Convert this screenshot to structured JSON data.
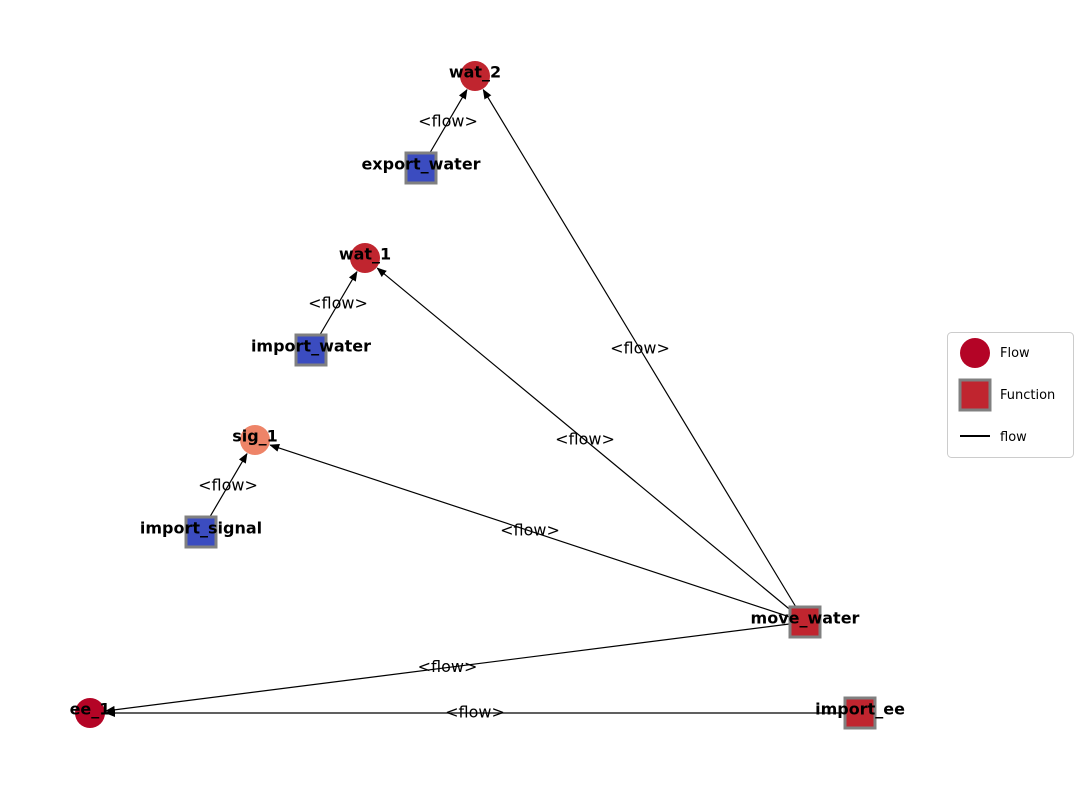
{
  "diagram": {
    "nodes": [
      {
        "id": "wat_2",
        "label": "wat_2",
        "kind": "flow",
        "color": "#c0252f"
      },
      {
        "id": "export_water",
        "label": "export_water",
        "kind": "function",
        "color": "#3b4cc0"
      },
      {
        "id": "wat_1",
        "label": "wat_1",
        "kind": "flow",
        "color": "#c0252f"
      },
      {
        "id": "import_water",
        "label": "import_water",
        "kind": "function",
        "color": "#3b4cc0"
      },
      {
        "id": "sig_1",
        "label": "sig_1",
        "kind": "flow",
        "color": "#ee8468"
      },
      {
        "id": "import_signal",
        "label": "import_signal",
        "kind": "function",
        "color": "#3b4cc0"
      },
      {
        "id": "move_water",
        "label": "move_water",
        "kind": "function",
        "color": "#c0252f"
      },
      {
        "id": "ee_1",
        "label": "ee_1",
        "kind": "flow",
        "color": "#b40426"
      },
      {
        "id": "import_ee",
        "label": "import_ee",
        "kind": "function",
        "color": "#c0252f"
      }
    ],
    "edges": [
      {
        "source": "export_water",
        "target": "wat_2",
        "label": "<flow>"
      },
      {
        "source": "import_water",
        "target": "wat_1",
        "label": "<flow>"
      },
      {
        "source": "import_signal",
        "target": "sig_1",
        "label": "<flow>"
      },
      {
        "source": "move_water",
        "target": "wat_2",
        "label": "<flow>"
      },
      {
        "source": "move_water",
        "target": "wat_1",
        "label": "<flow>"
      },
      {
        "source": "move_water",
        "target": "sig_1",
        "label": "<flow>"
      },
      {
        "source": "move_water",
        "target": "ee_1",
        "label": "<flow>"
      },
      {
        "source": "import_ee",
        "target": "ee_1",
        "label": "<flow>"
      }
    ]
  },
  "legend": {
    "flow_node_label": "Flow",
    "function_node_label": "Function",
    "edge_label": "flow",
    "flow_color": "#b40426",
    "function_color": "#c0252f",
    "function_border_color": "#808080"
  }
}
